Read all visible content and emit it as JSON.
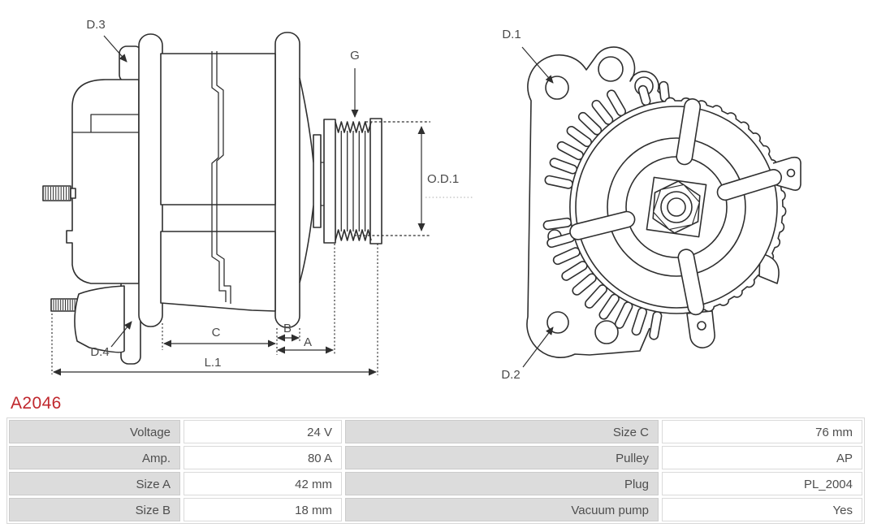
{
  "part_number": "A2046",
  "accent_color": "#c0272d",
  "diagram": {
    "labels": {
      "d1": "D.1",
      "d2": "D.2",
      "d3": "D.3",
      "d4": "D.4",
      "g": "G",
      "od1": "O.D.1",
      "dim_a": "A",
      "dim_b": "B",
      "dim_c": "C",
      "dim_l1": "L.1"
    }
  },
  "specs": {
    "left": [
      {
        "label": "Voltage",
        "value": "24 V"
      },
      {
        "label": "Amp.",
        "value": "80 A"
      },
      {
        "label": "Size A",
        "value": "42 mm"
      },
      {
        "label": "Size B",
        "value": "18 mm"
      }
    ],
    "right": [
      {
        "label": "Size C",
        "value": "76 mm"
      },
      {
        "label": "Pulley",
        "value": "AP"
      },
      {
        "label": "Plug",
        "value": "PL_2004"
      },
      {
        "label": "Vacuum pump",
        "value": "Yes"
      }
    ]
  }
}
